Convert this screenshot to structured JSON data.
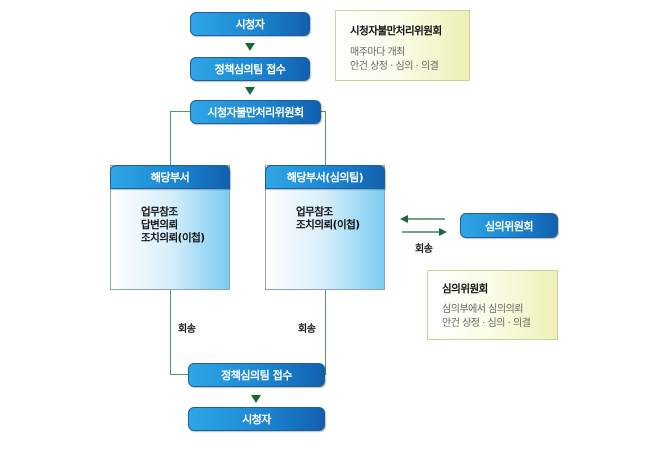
{
  "diagram": {
    "top_flow": {
      "viewer": "시청자",
      "policy_receipt": "정책심의팀 접수",
      "committee": "시청자불만처리위원회"
    },
    "committee_info": {
      "title": "시청자불만처리위원회",
      "lines": [
        "매주마다 개최",
        "안건 상정 · 심의 · 의결"
      ]
    },
    "dept_left": {
      "title": "해당부서",
      "items": [
        "업무참조",
        "답변의뢰",
        "조치의뢰(이첩)"
      ]
    },
    "dept_right": {
      "title": "해당부서(심의팀)",
      "items": [
        "업무참조",
        "조치의뢰(이첩)"
      ]
    },
    "review_committee": {
      "label": "심의위원회",
      "return_label": "회송"
    },
    "review_info": {
      "title": "심의위원회",
      "lines": [
        "심의부에서 심의의뢰",
        "안건 상정 · 심의 · 의결"
      ]
    },
    "return_left": "회송",
    "return_right": "회송",
    "bottom_flow": {
      "policy_receipt": "정책심의팀 접수",
      "viewer": "시청자"
    },
    "colors": {
      "box_blue": "#1c86d1",
      "connector_green": "#4e9a68",
      "arrow_green": "#176a36",
      "info_yellow": "#eef0b5"
    }
  }
}
